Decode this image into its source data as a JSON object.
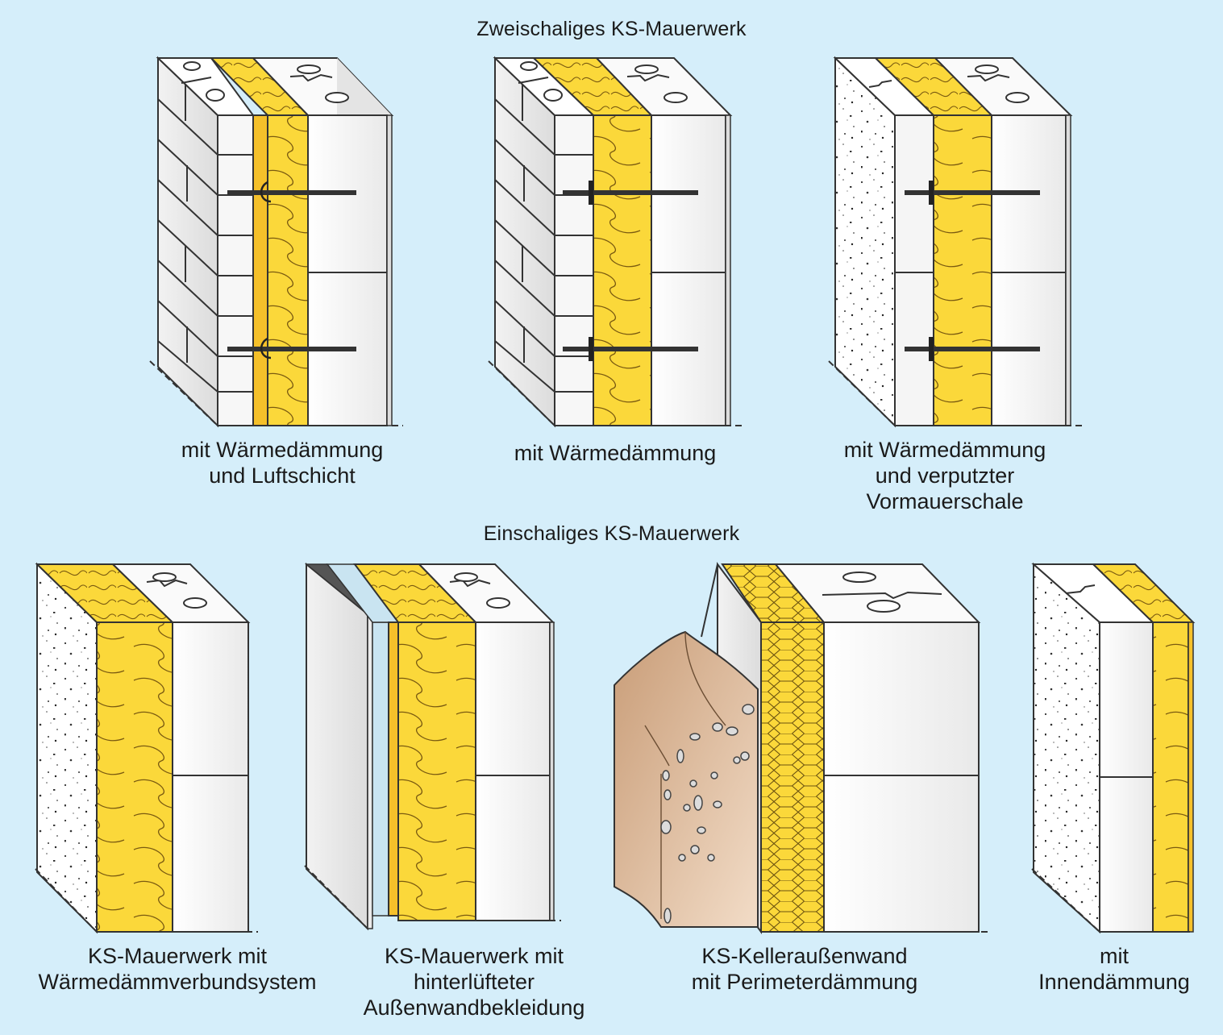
{
  "headings": {
    "double_shell": "Zweischaliges KS-Mauerwerk",
    "single_shell": "Einschaliges KS-Mauerwerk"
  },
  "captions": {
    "d1": [
      "mit Wärmedämmung",
      "und Luftschicht"
    ],
    "d2": [
      "mit Wärmedämmung"
    ],
    "d3": [
      "mit Wärmedämmung",
      "und verputzter",
      "Vormauerschale"
    ],
    "s1": [
      "KS-Mauerwerk mit",
      "Wärmedämmverbundsystem"
    ],
    "s2": [
      "KS-Mauerwerk mit",
      "hinterlüfteter",
      "Außenwandbekleidung"
    ],
    "s3": [
      "KS-Kelleraußenwand",
      "mit Perimeterdämmung"
    ],
    "s4": [
      "mit",
      "Innendämmung"
    ]
  },
  "colors": {
    "background": "#d5eefa",
    "insulation": "#fbd83a",
    "insulation_side": "#f5c02a",
    "block_face": "#f4f4f4",
    "outline": "#333333",
    "soil": "#dfbd9f"
  }
}
